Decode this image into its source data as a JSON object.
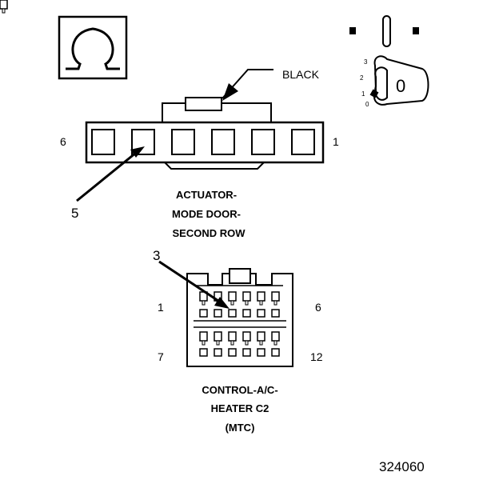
{
  "ohm_symbol": "Ω",
  "actuator": {
    "wire_color_label": "BLACK",
    "pin_left_label": "6",
    "pin_right_label": "1",
    "callout_number": "5",
    "title_lines": [
      "ACTUATOR-",
      "MODE DOOR-",
      "SECOND ROW"
    ]
  },
  "control": {
    "callout_number": "3",
    "pin_labels": {
      "top_left": "1",
      "top_right": "6",
      "bottom_left": "7",
      "bottom_right": "12"
    },
    "title_lines": [
      "CONTROL-A/C-",
      "HEATER C2",
      "(MTC)"
    ]
  },
  "ignition": {
    "positions": [
      "3",
      "2",
      "1",
      "0"
    ],
    "key_label": "0"
  },
  "figure_number": "324060"
}
